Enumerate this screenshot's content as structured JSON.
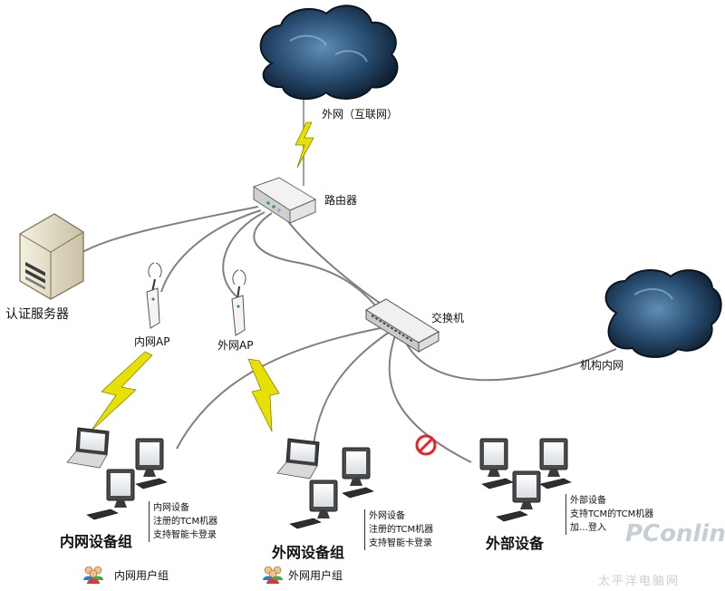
{
  "nodes": {
    "internet": "外网（互联网）",
    "router": "路由器",
    "auth_server": "认证服务器",
    "ap_internal": "内网AP",
    "ap_external": "外网AP",
    "switch": "交换机",
    "org_intranet": "机构内网"
  },
  "groups": {
    "internal": {
      "title": "内网设备组",
      "notes": [
        "内网设备",
        "注册的TCM机器",
        "支持智能卡登录"
      ],
      "user_group": "内网用户组"
    },
    "external": {
      "title": "外网设备组",
      "notes": [
        "外网设备",
        "注册的TCM机器",
        "支持智能卡登录"
      ],
      "user_group": "外网用户组"
    },
    "outside": {
      "title": "外部设备",
      "notes": [
        "外部设备",
        "支持TCM的TCM机器",
        "加…登入"
      ]
    }
  },
  "watermark": {
    "brand": "PConline",
    "site": "太平洋电脑网"
  },
  "colors": {
    "cloud": "#1f3f5e",
    "wire": "#808080",
    "lightning": "#e8e000",
    "block": "#e8202a"
  }
}
